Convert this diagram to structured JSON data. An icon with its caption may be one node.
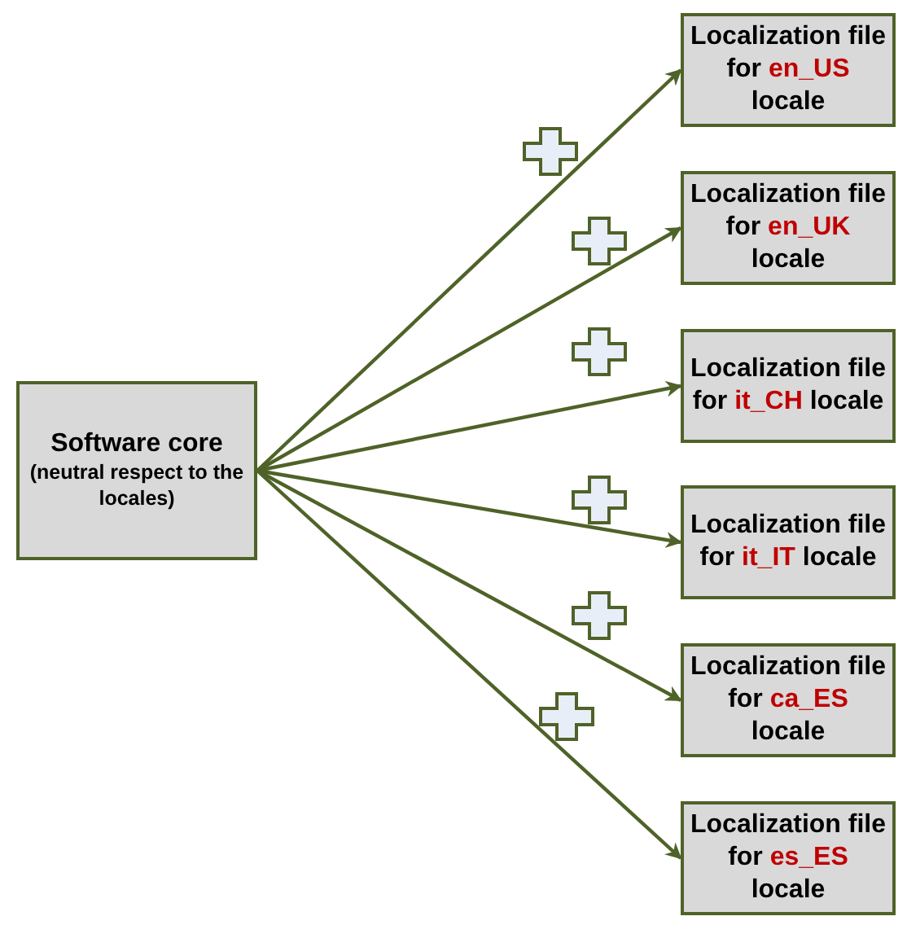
{
  "diagram": {
    "nodes": [
      {
        "text": [
          "Software core",
          "(neutral respect to the locales)"
        ]
      },
      {
        "text": [
          "Localization file for **en_US** locale"
        ]
      },
      {
        "text": [
          "Localization file for **en_UK** locale"
        ]
      },
      {
        "text": [
          "Localization file for **it_CH** locale"
        ]
      },
      {
        "text": [
          "Localization file for **it_IT** locale"
        ]
      },
      {
        "text": [
          "Localization file for **ca_ES** locale"
        ]
      },
      {
        "text": [
          "Localization file for **es_ES** locale"
        ]
      }
    ],
    "edges": [
      {
        "from": 0,
        "to": 1,
        "arrow": "to"
      },
      {
        "from": 0,
        "to": 2,
        "arrow": "to"
      },
      {
        "from": 0,
        "to": 3,
        "arrow": "to"
      },
      {
        "from": 0,
        "to": 4,
        "arrow": "to"
      },
      {
        "from": 0,
        "to": 5,
        "arrow": "to"
      },
      {
        "from": 0,
        "to": 6,
        "arrow": "to"
      }
    ]
  }
}
